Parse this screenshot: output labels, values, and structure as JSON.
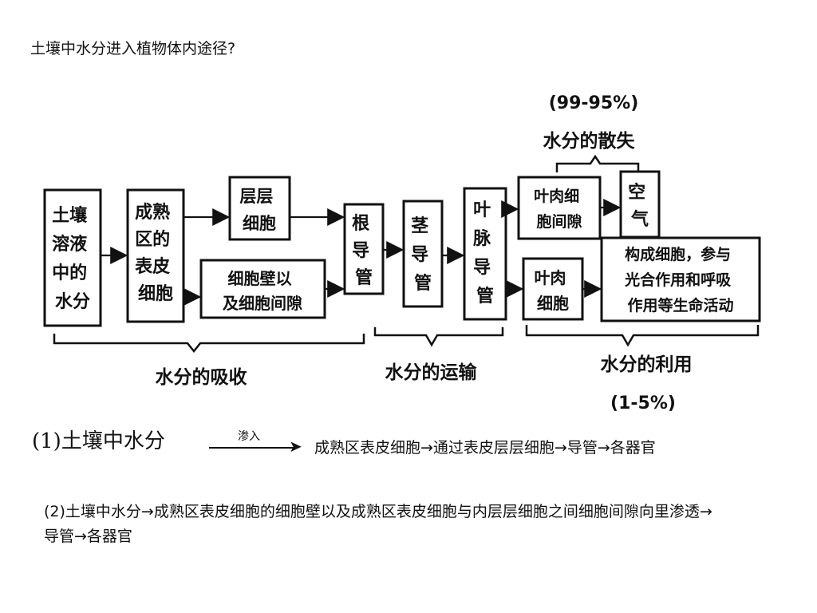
{
  "question": "土壤中水分进入植物体内途径?",
  "diagram": {
    "boxes": {
      "soil": [
        "土壤",
        "溶液",
        "中的",
        "水分"
      ],
      "epidermis": [
        "成熟",
        "区的",
        "表皮",
        "细胞"
      ],
      "layer_cells": [
        "层层",
        "细胞"
      ],
      "cell_wall": [
        "细胞壁以",
        "及细胞间隙"
      ],
      "root_vessel": [
        "根",
        "导",
        "管"
      ],
      "stem_vessel": [
        "茎",
        "导",
        "管"
      ],
      "vein_vessel": [
        "叶",
        "脉",
        "导",
        "管"
      ],
      "mesophyll_space": [
        "叶肉细",
        "胞间隙"
      ],
      "air": [
        "空",
        "气"
      ],
      "mesophyll_cell": [
        "叶肉",
        "细胞"
      ],
      "use": [
        "构成细胞，参与",
        "光合作用和呼吸",
        "作用等生命活动"
      ]
    },
    "labels": {
      "loss": "水分的散失",
      "loss_pct": "(99-95%)",
      "absorb": "水分的吸收",
      "transport": "水分的运输",
      "use": "水分的利用",
      "use_pct": "(1-5%)"
    }
  },
  "path1": {
    "start": "(1)土壤中水分",
    "over_arrow": "渗入",
    "rest": "成熟区表皮细胞→通过表皮层层细胞→导管→各器官"
  },
  "path2": "(2)土壤中水分→成熟区表皮细胞的细胞壁以及成熟区表皮细胞与内层层细胞之间细胞间隙向里渗透→导管→各器官"
}
